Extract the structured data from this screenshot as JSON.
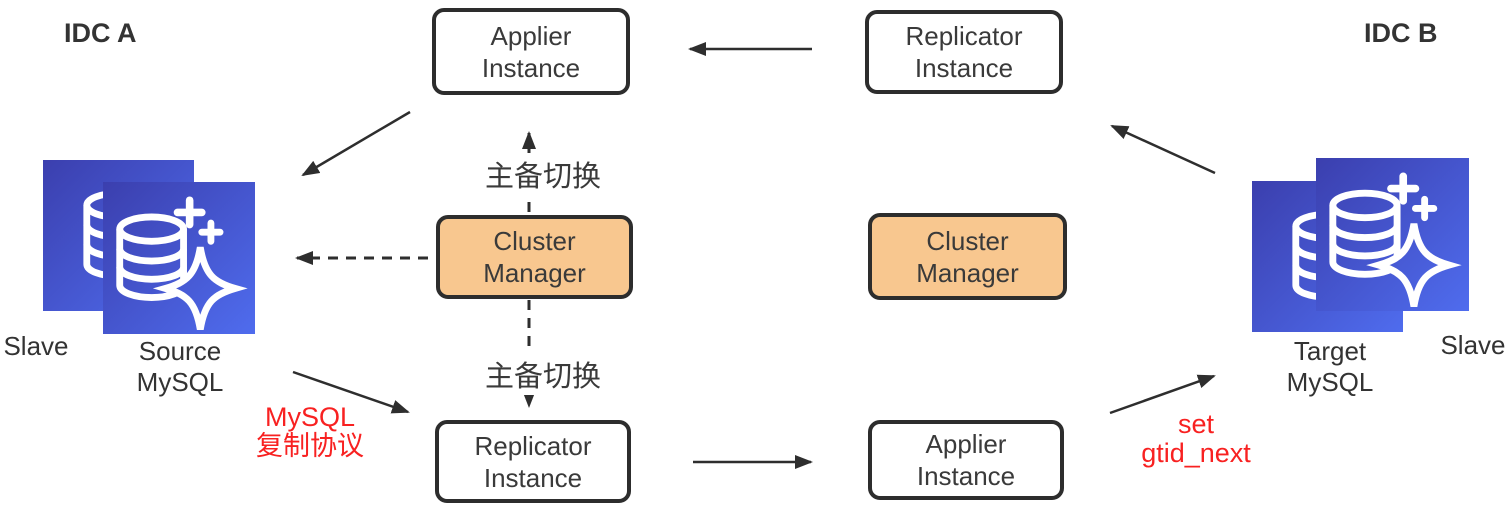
{
  "diagram": {
    "idc_a": {
      "label": "IDC A"
    },
    "idc_b": {
      "label": "IDC B"
    }
  },
  "nodes": {
    "applier_top": {
      "line1": "Applier",
      "line2": "Instance"
    },
    "replicator_top": {
      "line1": "Replicator",
      "line2": "Instance"
    },
    "cluster_manager_left": {
      "line1": "Cluster",
      "line2": "Manager"
    },
    "cluster_manager_right": {
      "line1": "Cluster",
      "line2": "Manager"
    },
    "replicator_bottom": {
      "line1": "Replicator",
      "line2": "Instance"
    },
    "applier_bottom": {
      "line1": "Applier",
      "line2": "Instance"
    }
  },
  "databases": {
    "source": {
      "slave_label": "Slave",
      "primary_line1": "Source",
      "primary_line2": "MySQL"
    },
    "target": {
      "primary_line1": "Target",
      "primary_line2": "MySQL",
      "slave_label": "Slave"
    }
  },
  "annotations": {
    "failover_top": "主备切换",
    "failover_bottom": "主备切换",
    "replication_protocol": {
      "line1": "MySQL",
      "line2": "复制协议"
    },
    "set_gtid_next": {
      "line1": "set",
      "line2": "gtid_next"
    }
  },
  "colors": {
    "box_border": "#2d2d2d",
    "cluster_manager_fill": "#f8c78f",
    "annotation_red": "#f82121",
    "arrow": "#2e2e2e",
    "db_icon_gradient_dark": "#3b3fae",
    "db_icon_gradient_light": "#4f6cee",
    "db_icon_glyph": "#ffffff"
  }
}
